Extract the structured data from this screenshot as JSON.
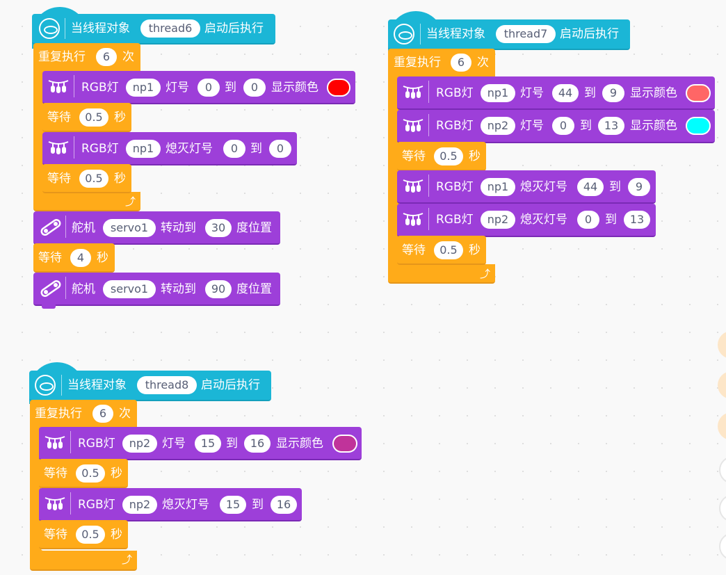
{
  "colors": {
    "hat": "#1bb6d6",
    "control": "#ffab19",
    "rgb": "#9d3fd9"
  },
  "blocks": {
    "thread6": {
      "hat_prefix": "当线程对象",
      "thread": "thread6",
      "hat_suffix": "启动后执行",
      "repeat_label": "重复执行",
      "repeat_count": "6",
      "repeat_unit": "次",
      "rgb1": {
        "label": "RGB灯",
        "strip": "np1",
        "led_label": "灯号",
        "from": "0",
        "to_label": "到",
        "to": "0",
        "show_label": "显示颜色",
        "color": "#ff0000"
      },
      "wait1": {
        "label": "等待",
        "value": "0.5",
        "unit": "秒"
      },
      "rgb2": {
        "label": "RGB灯",
        "strip": "np1",
        "off_label": "熄灭灯号",
        "from": "0",
        "to_label": "到",
        "to": "0"
      },
      "wait2": {
        "label": "等待",
        "value": "0.5",
        "unit": "秒"
      },
      "servo1": {
        "label": "舵机",
        "servo": "servo1",
        "turn_label": "转动到",
        "angle": "30",
        "pos_label": "度位置"
      },
      "wait3": {
        "label": "等待",
        "value": "4",
        "unit": "秒"
      },
      "servo2": {
        "label": "舵机",
        "servo": "servo1",
        "turn_label": "转动到",
        "angle": "90",
        "pos_label": "度位置"
      }
    },
    "thread7": {
      "hat_prefix": "当线程对象",
      "thread": "thread7",
      "hat_suffix": "启动后执行",
      "repeat_label": "重复执行",
      "repeat_count": "6",
      "repeat_unit": "次",
      "rgb1": {
        "label": "RGB灯",
        "strip": "np1",
        "led_label": "灯号",
        "from": "44",
        "to_label": "到",
        "to": "9",
        "show_label": "显示颜色",
        "color": "#ff6666"
      },
      "rgb2": {
        "label": "RGB灯",
        "strip": "np2",
        "led_label": "灯号",
        "from": "0",
        "to_label": "到",
        "to": "13",
        "show_label": "显示颜色",
        "color": "#00ffff"
      },
      "wait1": {
        "label": "等待",
        "value": "0.5",
        "unit": "秒"
      },
      "rgb3": {
        "label": "RGB灯",
        "strip": "np1",
        "off_label": "熄灭灯号",
        "from": "44",
        "to_label": "到",
        "to": "9"
      },
      "rgb4": {
        "label": "RGB灯",
        "strip": "np2",
        "off_label": "熄灭灯号",
        "from": "0",
        "to_label": "到",
        "to": "13"
      },
      "wait2": {
        "label": "等待",
        "value": "0.5",
        "unit": "秒"
      }
    },
    "thread8": {
      "hat_prefix": "当线程对象",
      "thread": "thread8",
      "hat_suffix": "启动后执行",
      "repeat_label": "重复执行",
      "repeat_count": "6",
      "repeat_unit": "次",
      "rgb1": {
        "label": "RGB灯",
        "strip": "np2",
        "led_label": "灯号",
        "from": "15",
        "to_label": "到",
        "to": "16",
        "show_label": "显示颜色",
        "color": "#c0339a"
      },
      "wait1": {
        "label": "等待",
        "value": "0.5",
        "unit": "秒"
      },
      "rgb2": {
        "label": "RGB灯",
        "strip": "np2",
        "off_label": "熄灭灯号",
        "from": "15",
        "to_label": "到",
        "to": "16"
      },
      "wait2": {
        "label": "等待",
        "value": "0.5",
        "unit": "秒"
      }
    }
  },
  "icons": {
    "hat": "thread-icon",
    "rgb": "led-strip-icon",
    "servo": "servo-icon",
    "loop_end": "loop-arrow-icon"
  },
  "side_buttons": [
    "zoom-in-button",
    "zoom-out-button",
    "reset-zoom-button",
    "undo-button",
    "redo-button",
    "trash-button"
  ]
}
